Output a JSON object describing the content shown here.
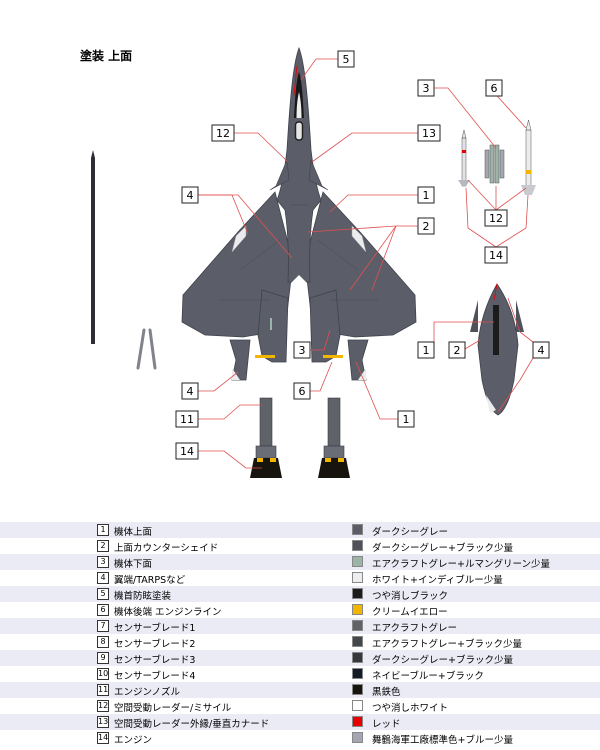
{
  "section_title": "塗装 上面",
  "callout_numbers": [
    "1",
    "2",
    "3",
    "4",
    "5",
    "6",
    "11",
    "12",
    "13",
    "14"
  ],
  "legend": [
    {
      "num": "1",
      "part": "機体上面",
      "color_name": "ダークシーグレー",
      "color": "#5a5d68"
    },
    {
      "num": "2",
      "part": "上面カウンターシェイド",
      "color_name": "ダークシーグレー+ブラック少量",
      "color": "#4f525b"
    },
    {
      "num": "3",
      "part": "機体下面",
      "color_name": "エアクラフトグレー+ルマングリーン少量",
      "color": "#9cb3a7"
    },
    {
      "num": "4",
      "part": "翼端/TARPSなど",
      "color_name": "ホワイト+インディブルー少量",
      "color": "#eceef0"
    },
    {
      "num": "5",
      "part": "機首防眩塗装",
      "color_name": "つや消しブラック",
      "color": "#1c1c1c"
    },
    {
      "num": "6",
      "part": "機体後端 エンジンライン",
      "color_name": "クリームイエロー",
      "color": "#f2b600"
    },
    {
      "num": "7",
      "part": "センサーブレード1",
      "color_name": "エアクラフトグレー",
      "color": "#5f6367"
    },
    {
      "num": "8",
      "part": "センサーブレード2",
      "color_name": "エアクラフトグレー+ブラック少量",
      "color": "#42474b"
    },
    {
      "num": "9",
      "part": "センサーブレード3",
      "color_name": "ダークシーグレー+ブラック少量",
      "color": "#34383d"
    },
    {
      "num": "10",
      "part": "センサーブレード4",
      "color_name": "ネイビーブルー+ブラック",
      "color": "#141b24"
    },
    {
      "num": "11",
      "part": "エンジンノズル",
      "color_name": "黒鉄色",
      "color": "#16140c"
    },
    {
      "num": "12",
      "part": "空間受動レーダー/ミサイル",
      "color_name": "つや消しホワイト",
      "color": "#ffffff"
    },
    {
      "num": "13",
      "part": "空間受動レーダー外縁/垂直カナード",
      "color_name": "レッド",
      "color": "#e60000"
    },
    {
      "num": "14",
      "part": "エンジン",
      "color_name": "舞鶴海軍工廠標準色+ブルー少量",
      "color": "#a4a7b3"
    }
  ]
}
